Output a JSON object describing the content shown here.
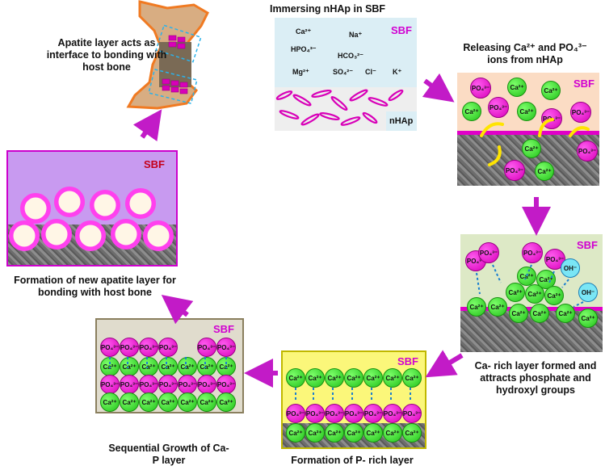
{
  "captions": {
    "immersing": "Immersing nHAp in SBF",
    "apatite_interface": "Apatite layer acts as interface to  bonding with host bone",
    "releasing": "Releasing Ca²⁺ and PO₄³⁻ ions from nHAp",
    "ca_rich": "Ca- rich layer formed and attracts phosphate and hydroxyl groups",
    "p_rich": "Formation of P- rich layer",
    "sequential": "Sequential Growth of Ca-P layer",
    "new_apatite": "Formation of new apatite layer for bonding with host bone"
  },
  "sbf_label": "SBF",
  "nhap_label": "nHAp",
  "ions": [
    "Ca²⁺",
    "Na⁺",
    "HPO₄³⁻",
    "HCO₃²⁻",
    "Mg²⁺",
    "SO₄²⁻",
    "Cl⁻",
    "K⁺"
  ],
  "ball_labels": {
    "ca": "Ca²⁺",
    "po": "PO₄³⁻",
    "oh": "OH⁻"
  },
  "colors": {
    "sbf_panel1": "#dbeef5",
    "sbf_panel2": "#fbdcc4",
    "sbf_panel3": "#dde9c6",
    "sbf_panel4": "#fbf77a",
    "sbf_panel5": "#e0dccd",
    "sbf_panel6": "#c89af0",
    "magenta": "#e000c8",
    "green": "#3be82a",
    "arrow": "#c21bc7",
    "bone": "#d8ad82"
  }
}
